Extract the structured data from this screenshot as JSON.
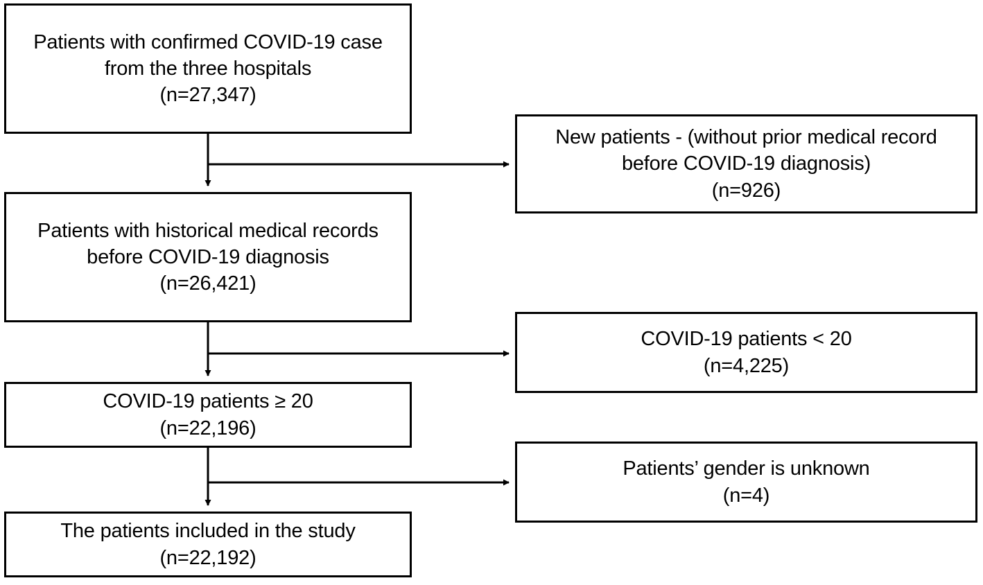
{
  "diagram": {
    "title": "Patient selection flowchart",
    "type": "flowchart",
    "stroke_color": "#000000",
    "background_color": "#ffffff",
    "nodes": [
      {
        "id": "main-1",
        "role": "main",
        "text": "Patients with confirmed COVID-19 case\nfrom the three hospitals\n(n=27,347)",
        "label": "Patients with confirmed COVID-19 case from the three hospitals",
        "n": "27,347"
      },
      {
        "id": "main-2",
        "role": "main",
        "text": "Patients with historical medical records\nbefore COVID-19 diagnosis\n(n=26,421)",
        "label": "Patients with historical medical records before COVID-19 diagnosis",
        "n": "26,421"
      },
      {
        "id": "main-3",
        "role": "main",
        "text": "COVID-19 patients ≥ 20\n(n=22,196)",
        "label": "COVID-19 patients ≥ 20",
        "n": "22,196"
      },
      {
        "id": "main-4",
        "role": "main",
        "text": "The patients included in the study\n(n=22,192)",
        "label": "The patients included in the study",
        "n": "22,192"
      },
      {
        "id": "excl-1",
        "role": "excluded",
        "text": "New patients - (without prior medical record\nbefore COVID-19 diagnosis)\n(n=926)",
        "label": "New patients - (without prior medical record before COVID-19 diagnosis)",
        "n": "926"
      },
      {
        "id": "excl-2",
        "role": "excluded",
        "text": "COVID-19 patients < 20\n(n=4,225)",
        "label": "COVID-19 patients < 20",
        "n": "4,225"
      },
      {
        "id": "excl-3",
        "role": "excluded",
        "text": "Patients’ gender is unknown\n(n=4)",
        "label": "Patients’ gender is unknown",
        "n": "4"
      }
    ],
    "edges": [
      {
        "id": "edge-1-down",
        "from": "main-1",
        "to": "main-2",
        "kind": "vertical-arrow"
      },
      {
        "id": "edge-1-right",
        "from": "main-1",
        "to": "excl-1",
        "kind": "branch-arrow"
      },
      {
        "id": "edge-2-down",
        "from": "main-2",
        "to": "main-3",
        "kind": "vertical-arrow"
      },
      {
        "id": "edge-2-right",
        "from": "main-2",
        "to": "excl-2",
        "kind": "branch-arrow"
      },
      {
        "id": "edge-3-down",
        "from": "main-3",
        "to": "main-4",
        "kind": "vertical-arrow"
      },
      {
        "id": "edge-3-right",
        "from": "main-3",
        "to": "excl-3",
        "kind": "branch-arrow"
      }
    ]
  }
}
